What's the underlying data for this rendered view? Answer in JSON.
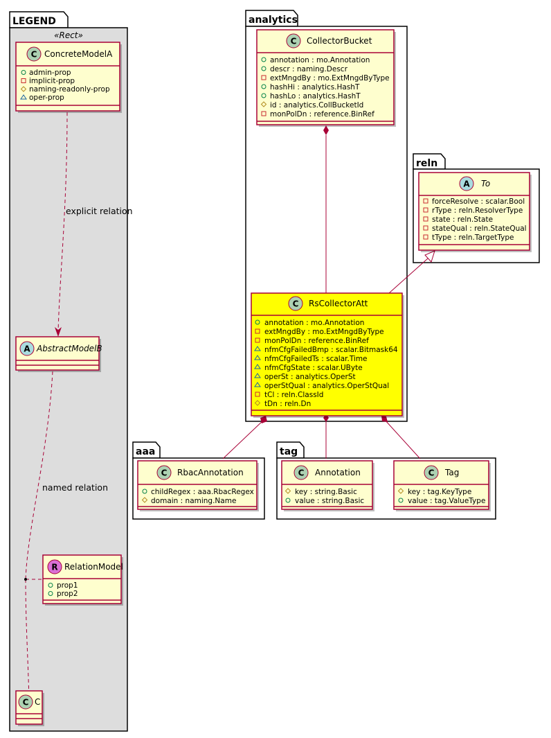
{
  "colors": {
    "class_fill": "#FEFECE",
    "highlight_fill": "#FFFF00",
    "class_border": "#A80036",
    "legend_fill": "#DDDDDD",
    "circle_class": "#ADD1B2",
    "circle_abstract": "#A9DCDF",
    "circle_relation": "#DA70D6"
  },
  "packages": {
    "legend": {
      "label": "LEGEND",
      "stereotype": "«Rect»"
    },
    "analytics": {
      "label": "analytics"
    },
    "reln": {
      "label": "reln"
    },
    "aaa": {
      "label": "aaa"
    },
    "tag": {
      "label": "tag"
    }
  },
  "classes": {
    "concrete_model_a": {
      "name": "ConcreteModelA",
      "badge": "C",
      "attributes": [
        "admin-prop",
        "implicit-prop",
        "naming-readonly-prop",
        "oper-prop"
      ]
    },
    "abstract_model_b": {
      "name": "AbstractModelB",
      "badge": "A"
    },
    "relation_model": {
      "name": "RelationModel",
      "badge": "R",
      "attributes": [
        "prop1",
        "prop2"
      ]
    },
    "c": {
      "name": "C",
      "badge": "C"
    },
    "collector_bucket": {
      "name": "CollectorBucket",
      "badge": "C",
      "attributes": [
        "annotation : mo.Annotation",
        "descr : naming.Descr",
        "extMngdBy : mo.ExtMngdByType",
        "hashHi : analytics.HashT",
        "hashLo : analytics.HashT",
        "id : analytics.CollBucketId",
        "monPolDn : reference.BinRef"
      ]
    },
    "to": {
      "name": "To",
      "badge": "A",
      "attributes": [
        "forceResolve : scalar.Bool",
        "rType : reln.ResolverType",
        "state : reln.State",
        "stateQual : reln.StateQual",
        "tType : reln.TargetType"
      ]
    },
    "rs_collector_att": {
      "name": "RsCollectorAtt",
      "badge": "C",
      "attributes": [
        "annotation : mo.Annotation",
        "extMngdBy : mo.ExtMngdByType",
        "monPolDn : reference.BinRef",
        "nfmCfgFailedBmp : scalar.Bitmask64",
        "nfmCfgFailedTs : scalar.Time",
        "nfmCfgState : scalar.UByte",
        "operSt : analytics.OperSt",
        "operStQual : analytics.OperStQual",
        "tCl : reln.ClassId",
        "tDn : reln.Dn"
      ]
    },
    "rbac_annotation": {
      "name": "RbacAnnotation",
      "badge": "C",
      "attributes": [
        "childRegex : aaa.RbacRegex",
        "domain : naming.Name"
      ]
    },
    "annotation": {
      "name": "Annotation",
      "badge": "C",
      "attributes": [
        "key : string.Basic",
        "value : string.Basic"
      ]
    },
    "tag": {
      "name": "Tag",
      "badge": "C",
      "attributes": [
        "key : tag.KeyType",
        "value : tag.ValueType"
      ]
    }
  },
  "relations": {
    "explicit": "explicit relation",
    "named": "named relation"
  }
}
